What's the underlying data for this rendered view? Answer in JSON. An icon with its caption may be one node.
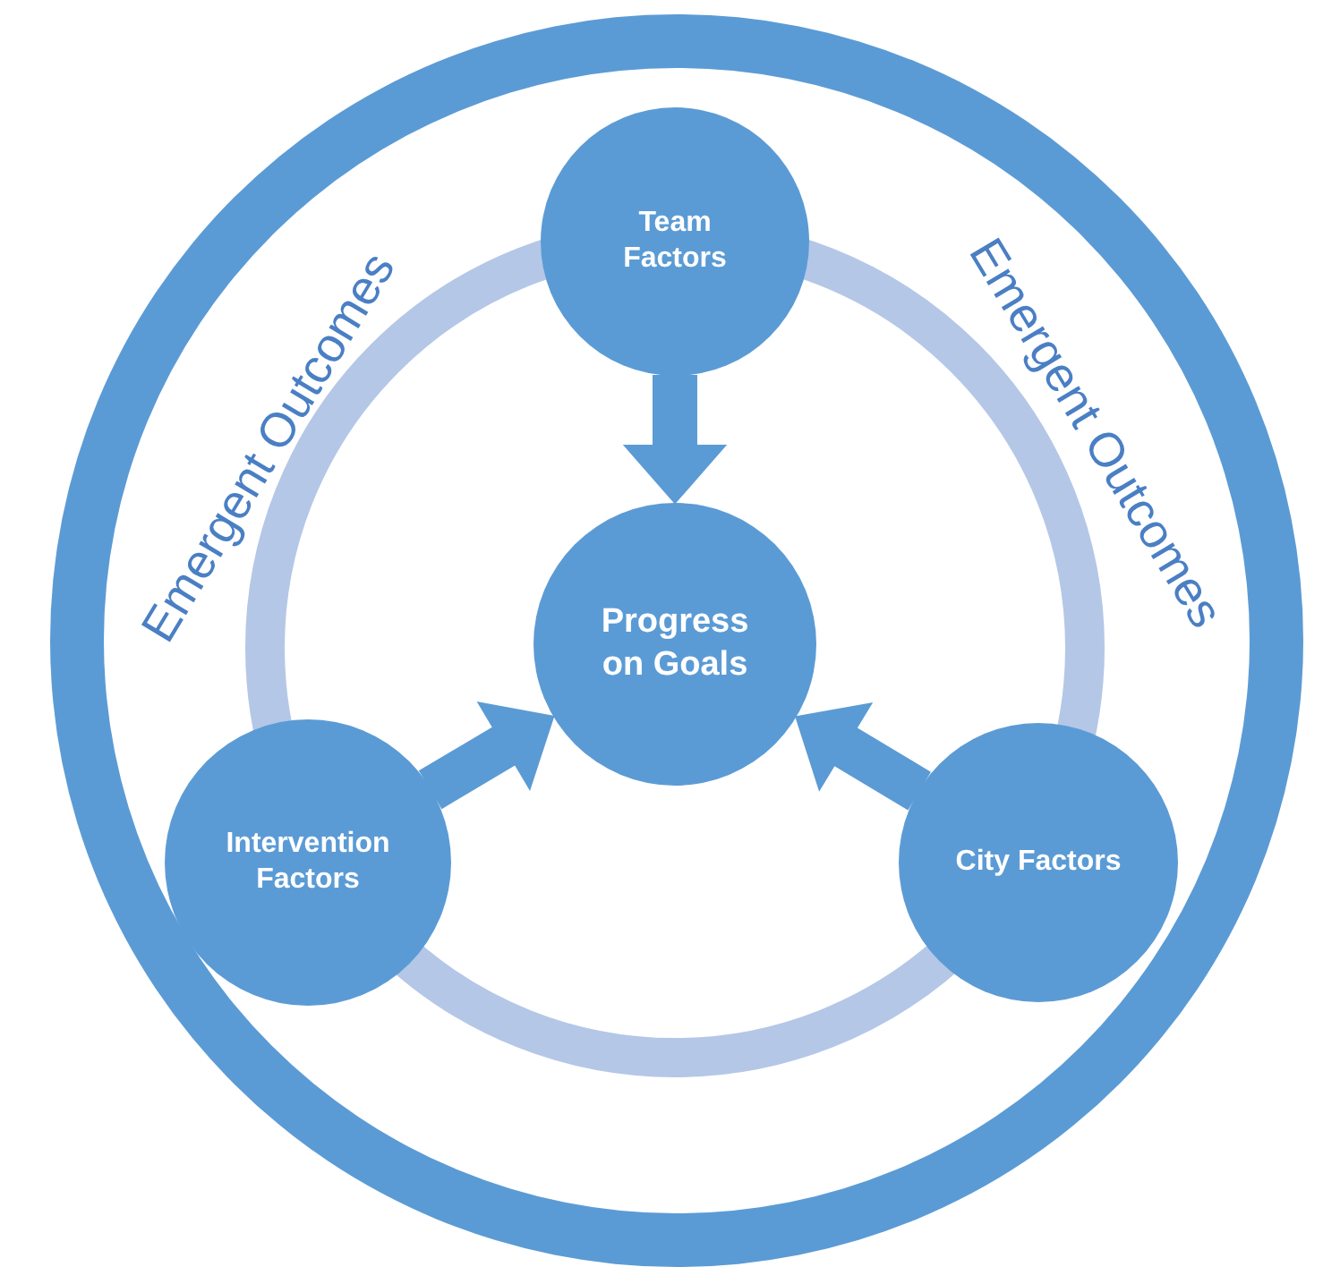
{
  "diagram": {
    "nodes": [
      {
        "text": [
          "Emergent Outcomes",
          "Emergent Outcomes"
        ]
      },
      {
        "text": [
          "Team Factors"
        ],
        "in": 0
      },
      {
        "text": [
          "Progress on Goals"
        ],
        "in": 0
      },
      {
        "text": [
          "Intervention Factors"
        ],
        "in": 0
      },
      {
        "text": [
          "City Factors"
        ],
        "in": 0
      }
    ],
    "edges": [
      {
        "from": 1,
        "to": 2,
        "arrow": "to",
        "style": "thick"
      },
      {
        "from": 3,
        "to": 2,
        "arrow": "to",
        "style": "thick"
      },
      {
        "from": 4,
        "to": 2,
        "arrow": "to",
        "style": "thick"
      }
    ]
  }
}
